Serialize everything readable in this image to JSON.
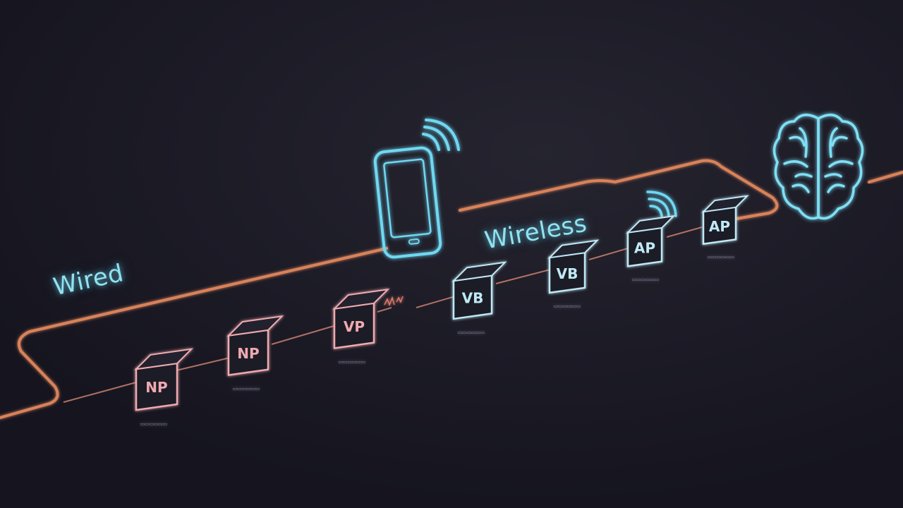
{
  "labels": {
    "wired": "Wired",
    "wireless": "Wireless"
  },
  "colors": {
    "background": "#1b1a26",
    "wire": "#d9825a",
    "wired_box": "#f0aab0",
    "wireless_box": "#bfe9f5",
    "glow": "#7fdff5"
  },
  "icons": [
    "smartphone-icon",
    "brain-icon",
    "wifi-signal-icon"
  ],
  "nodes": {
    "wired": [
      {
        "text": "NP"
      },
      {
        "text": "NP"
      },
      {
        "text": "VP"
      }
    ],
    "wireless": [
      {
        "text": "VB"
      },
      {
        "text": "VB"
      },
      {
        "text": "AP"
      },
      {
        "text": "AP"
      }
    ]
  }
}
